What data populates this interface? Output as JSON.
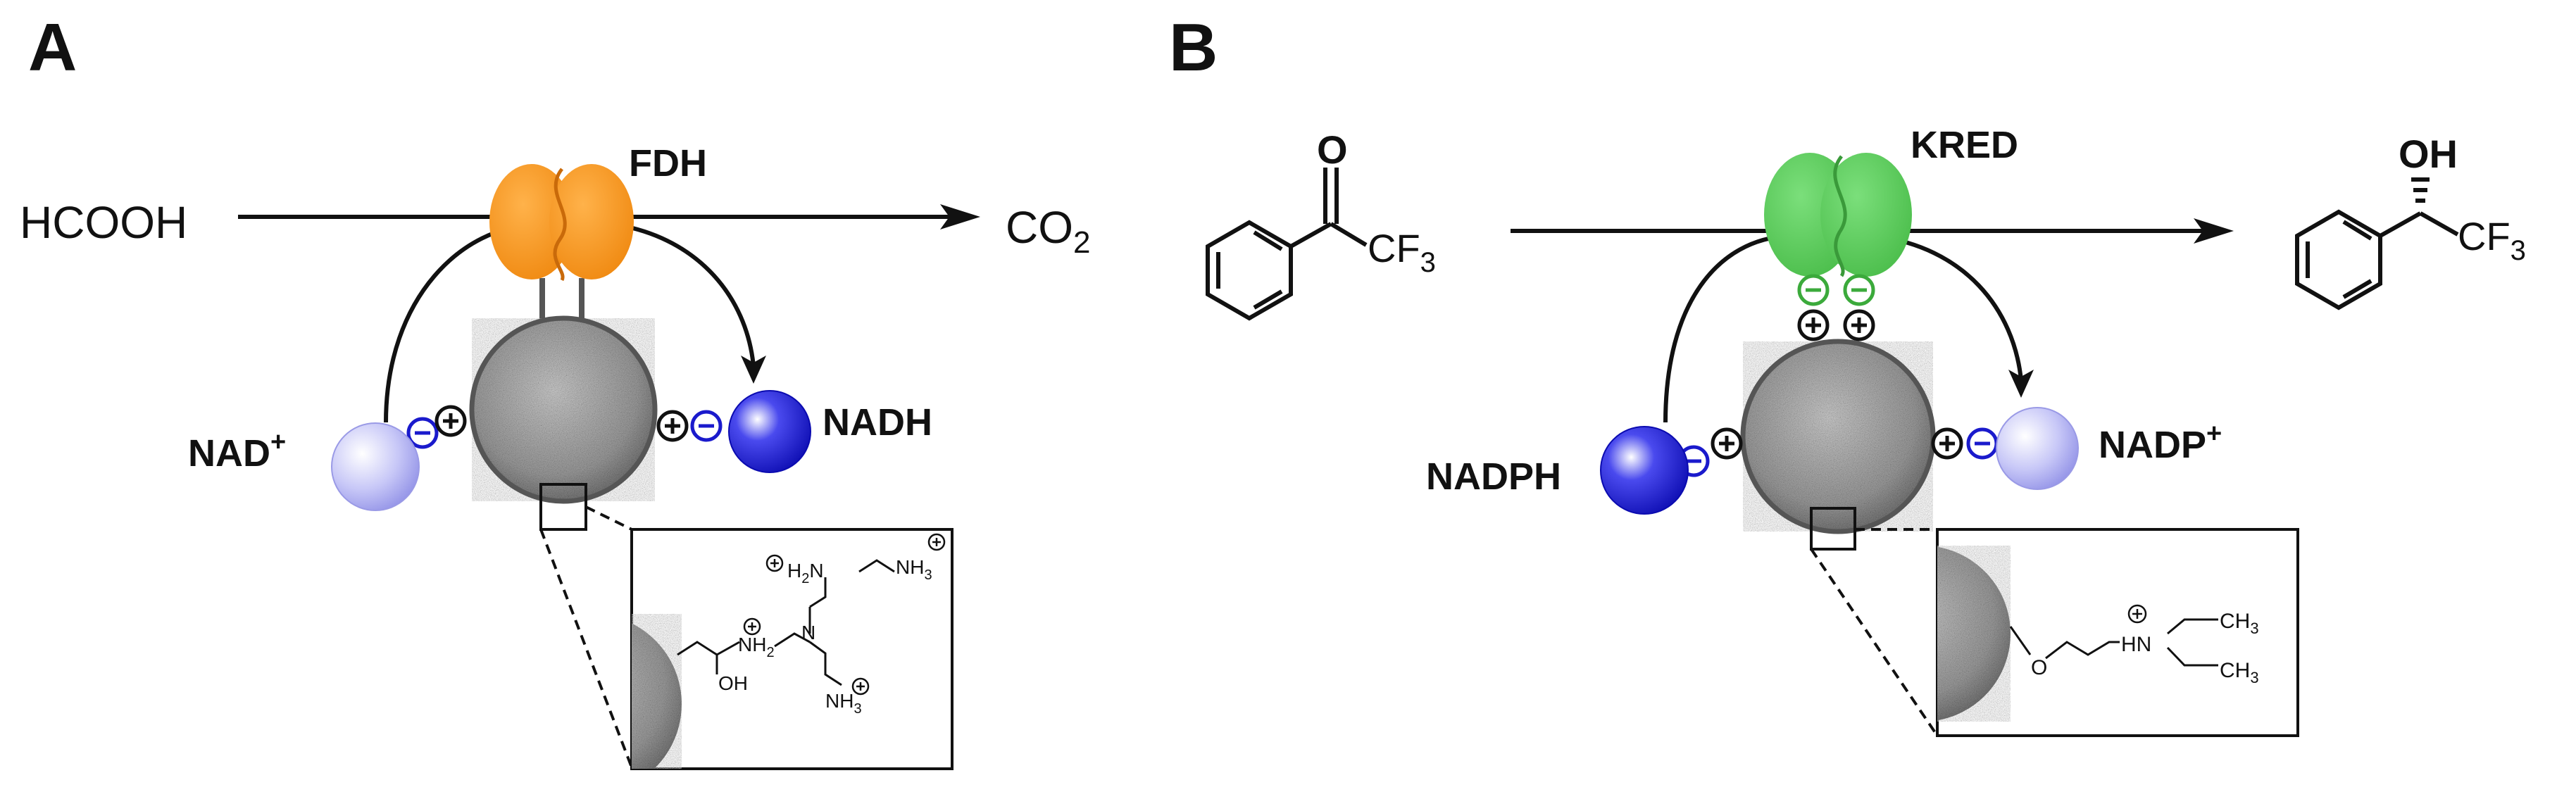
{
  "panels": [
    {
      "label": "A",
      "enzyme": "FDH",
      "substrate": "HCOOH",
      "product": "CO",
      "product_sub": "2",
      "cofactor_left": "NAD",
      "cofactor_left_sup": "+",
      "cofactor_right": "NADH",
      "inset": {
        "oh": "OH",
        "nh_1": "NH",
        "nh_1_sub": "2",
        "n": "N",
        "h2n": "H",
        "h2n_sub": "2",
        "h2n_n": "N",
        "nh3_top": "NH",
        "nh3_top_sub": "3",
        "nh3_bot": "NH",
        "nh3_bot_sub": "3"
      }
    },
    {
      "label": "B",
      "enzyme": "KRED",
      "ketone_o": "O",
      "cf3_left": "CF",
      "cf3_left_sub": "3",
      "alcohol_oh": "OH",
      "cf3_right": "CF",
      "cf3_right_sub": "3",
      "cofactor_left": "NADPH",
      "cofactor_right": "NADP",
      "cofactor_right_sup": "+",
      "inset": {
        "o": "O",
        "hn": "HN",
        "ch3_top": "CH",
        "ch3_top_sub": "3",
        "ch3_bot": "CH",
        "ch3_bot_sub": "3"
      }
    }
  ],
  "colors": {
    "fdh": "#F7941D",
    "kred": "#5CC95C",
    "charge_blue": "#1A1ACC",
    "charge_green": "#3BAA3B",
    "nad_light": "#B8B8F5",
    "nad_dark": "#1616D6"
  }
}
